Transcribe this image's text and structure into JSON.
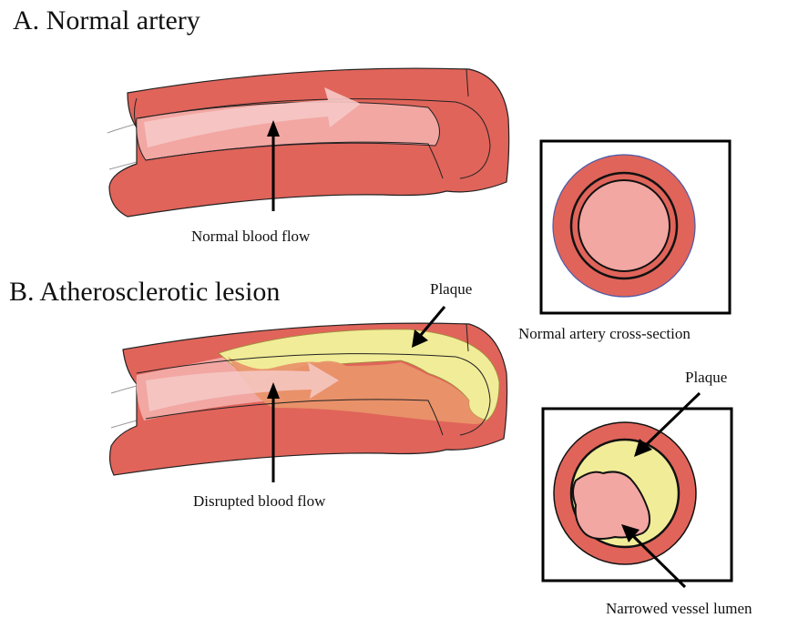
{
  "sections": {
    "a_title": "A. Normal artery",
    "b_title": "B. Atherosclerotic lesion"
  },
  "labels": {
    "normal_flow": "Normal blood flow",
    "disrupted_flow": "Disrupted blood flow",
    "plaque_long": "Plaque",
    "normal_cross_section": "Normal artery cross-section",
    "plaque_cross": "Plaque",
    "narrowed_lumen": "Narrowed vessel lumen"
  },
  "colors": {
    "artery_wall": "#e0645a",
    "artery_wall_dark": "#c94f47",
    "lumen": "#f2a7a3",
    "flow_arrow": "#f6c9c6",
    "plaque": "#f1ec98",
    "narrowed_flow": "#e9936a",
    "outline": "#222222",
    "frame": "#000000",
    "cross_outline": "#4a5aa8"
  }
}
